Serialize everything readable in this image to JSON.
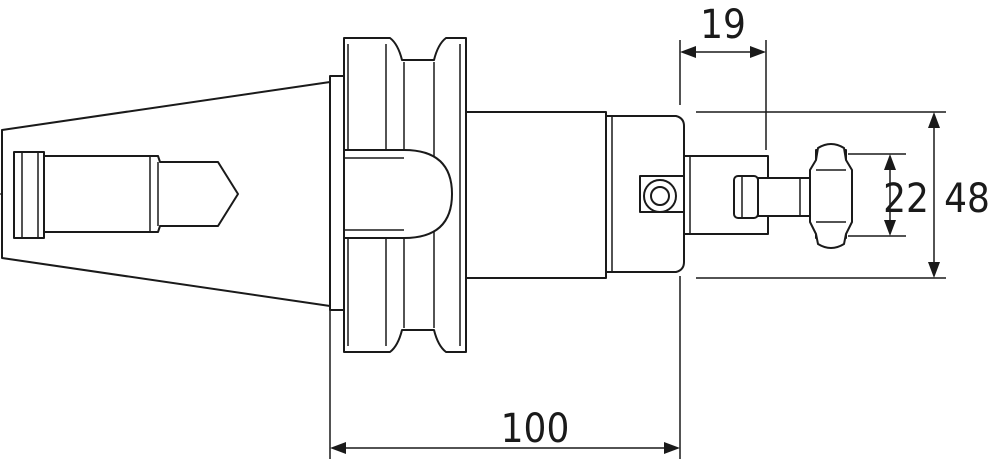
{
  "dimensions": {
    "overall_length": "100",
    "clamp_width": "19",
    "inner_diameter": "22",
    "outer_diameter": "48"
  },
  "colors": {
    "line": "#1a1a1a",
    "background": "#ffffff"
  }
}
